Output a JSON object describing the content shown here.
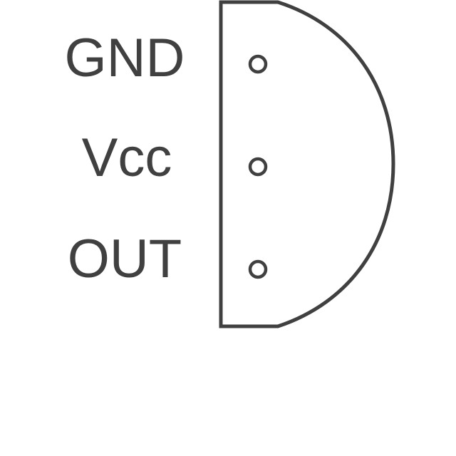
{
  "pins": [
    {
      "label": "GND"
    },
    {
      "label": "Vcc"
    },
    {
      "label": "OUT"
    }
  ],
  "colors": {
    "stroke": "#404040",
    "text": "#404040",
    "background": "#ffffff"
  }
}
